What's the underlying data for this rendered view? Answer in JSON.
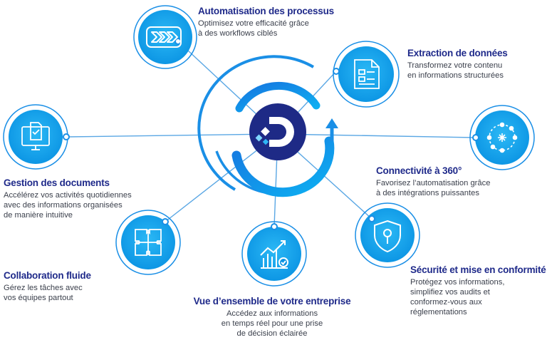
{
  "colors": {
    "primary_blue": "#0ea5ee",
    "ring_blue": "#1a8fe6",
    "dark_navy": "#1f2a8a",
    "text_gray": "#3a3f4b",
    "line_blue": "#5aa7e4"
  },
  "features": [
    {
      "id": "automation",
      "icon": "chevrons-right-icon",
      "title": "Automatisation des processus",
      "desc": "Optimisez votre efficacité grâce\nà des workflows ciblés"
    },
    {
      "id": "extraction",
      "icon": "document-data-icon",
      "title": "Extraction de données",
      "desc": "Transformez votre contenu\nen informations structurées"
    },
    {
      "id": "connectivity",
      "icon": "network-nodes-icon",
      "title": "Connectivité à 360°",
      "desc": "Favorisez l’automatisation grâce\nà des intégrations puissantes"
    },
    {
      "id": "security",
      "icon": "shield-icon",
      "title": "Sécurité et mise en conformité",
      "desc": "Protégez vos informations,\nsimplifiez vos audits et\nconformez-vous aux\nréglementations"
    },
    {
      "id": "overview",
      "icon": "growth-chart-icon",
      "title": "Vue d’ensemble de votre entreprise",
      "desc": "Accédez aux informations\nen temps réel pour une prise\nde décision éclairée"
    },
    {
      "id": "collaboration",
      "icon": "puzzle-icon",
      "title": "Collaboration fluide",
      "desc": "Gérez les tâches avec\nvos équipes partout"
    },
    {
      "id": "documents",
      "icon": "monitor-document-icon",
      "title": "Gestion des documents",
      "desc": "Accélérez vos activités quotidiennes\navec des informations organisées\nde manière intuitive"
    }
  ]
}
